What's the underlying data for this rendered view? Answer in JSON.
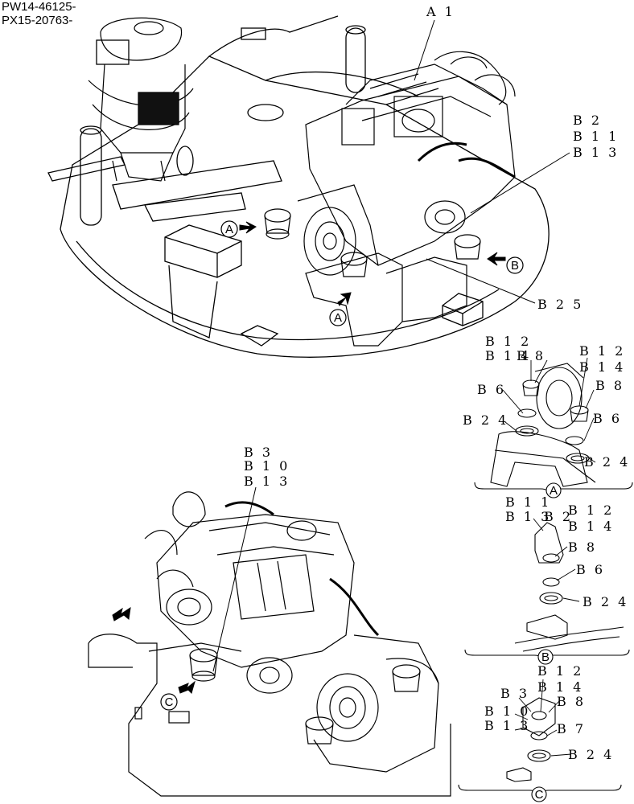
{
  "serial_numbers": [
    "PW14-46125-",
    "PX15-20763-"
  ],
  "callouts": {
    "a1": "A 1",
    "b2": "B 2",
    "b11": "B 1 1",
    "b13": "B 1 3",
    "b25": "B 2 5",
    "b3": "B 3",
    "b10": "B 1 0",
    "b12": "B 1 2",
    "b14": "B 1 4",
    "b8": "B 8",
    "b6": "B 6",
    "b24": "B 2 4",
    "b7": "B 7"
  },
  "views": {
    "a": "A",
    "b": "B",
    "c": "C"
  }
}
